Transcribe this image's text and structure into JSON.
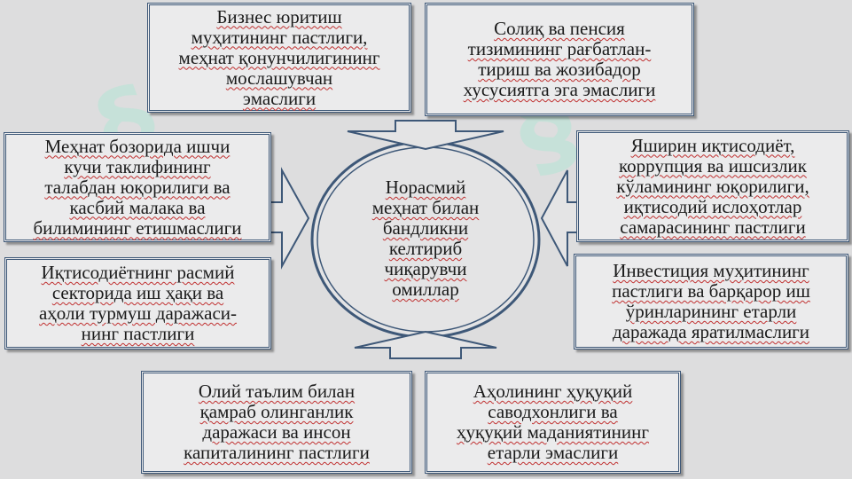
{
  "center": "Норасмий\nмеҳнат билан\nбандликни\nкелтириб\nчиқарувчи\nомиллар",
  "boxes": {
    "top_left": "Бизнес юритиш\nмуҳитининг пастлиги,\nмеҳнат қонунчилигининг\nмослашувчан\nэмаслиги",
    "top_right": "Солиқ ва пенсия\nтизимининг рағбатлан-\nтириш ва жозибадор\nхусусиятга эга эмаслиги",
    "mid_left": "Меҳнат бозорида ишчи\nкучи таклифининг\nталабдан юқорилиги ва\nкасбий малака ва\nбилимининг етишмаслиги",
    "mid_right": "Яширин иқтисодиёт,\nкоррупция ва ишсизлик\nкўламининг юқорилиги,\nиқтисодий ислоҳотлар\nсамарасининг пастлиги",
    "low_left": "Иқтисодиётнинг расмий\nсекторида иш ҳақи ва\nаҳоли турмуш даражаси-\nнинг пастлиги",
    "low_right": "Инвестиция муҳитининг\nпастлиги ва барқарор иш\nўринларининг етарли\nдаражада яратилмаслиги",
    "bottom_left": "Олий таълим билан\nқамраб олинганлик\nдаражаси ва инсон\nкапиталининг пастлиги",
    "bottom_right": "Аҳолининг ҳуқуқий\nсаводхонлиги ва\nҳуқуқий маданиятининг\nетарли эмаслиги"
  },
  "colors": {
    "background": "#ddddde",
    "box_fill": "#ebebec",
    "border": "#3e5878",
    "spellcheck_underline": "#c03030"
  }
}
